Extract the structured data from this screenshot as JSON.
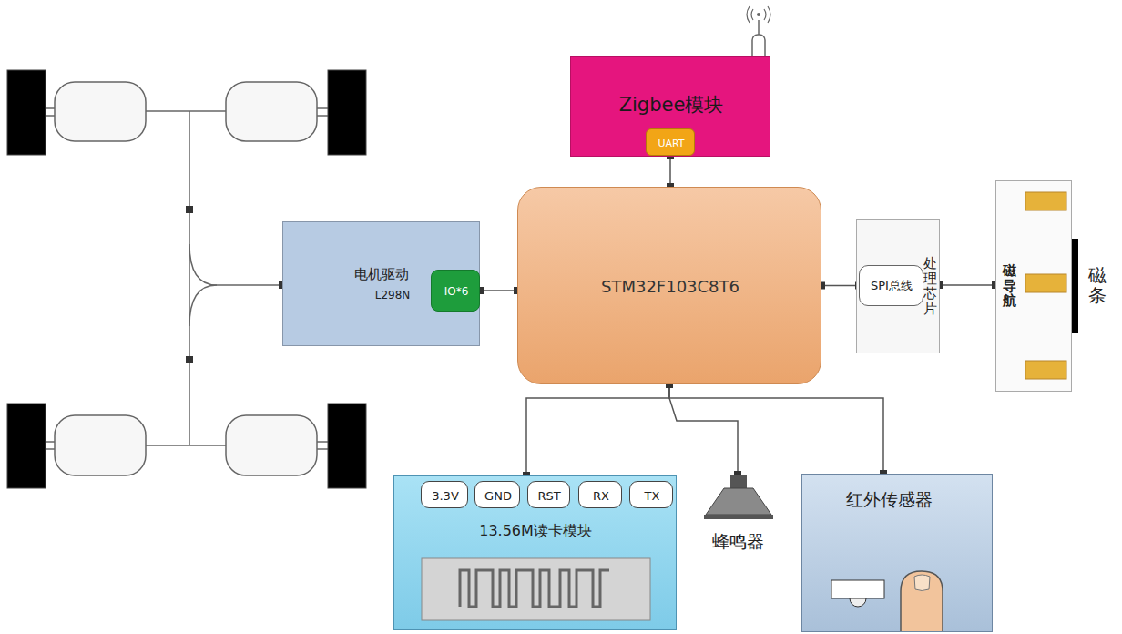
{
  "diagram": {
    "nodes": [
      {
        "text": [
          "Zigbee模块"
        ]
      },
      {
        "text": [
          "UART"
        ],
        "in": 0
      },
      {
        "text": [
          "电机驱动",
          "L298N"
        ]
      },
      {
        "text": [
          "IO*6"
        ],
        "in": 2
      },
      {
        "text": [
          "STM32F103C8T6"
        ]
      },
      {
        "text": [
          "处理芯片"
        ]
      },
      {
        "text": [
          "SPI总线"
        ],
        "in": 5
      },
      {
        "text": [
          "磁导航"
        ]
      },
      {
        "text": [
          "13.56M读卡模块"
        ]
      },
      {
        "text": [
          "3.3V"
        ],
        "in": 8
      },
      {
        "text": [
          "GND"
        ],
        "in": 8
      },
      {
        "text": [
          "RST"
        ],
        "in": 8
      },
      {
        "text": [
          "RX"
        ],
        "in": 8
      },
      {
        "text": [
          "TX"
        ],
        "in": 8
      },
      {
        "text": [
          "蜂鸣器"
        ]
      },
      {
        "text": [
          "红外传感器"
        ]
      }
    ],
    "edges": [
      {
        "from": 1,
        "to": 4,
        "arrow": "none"
      },
      {
        "from": 3,
        "to": 4,
        "arrow": "none"
      },
      {
        "from": 4,
        "to": 6,
        "arrow": "none"
      },
      {
        "from": 5,
        "to": 7,
        "arrow": "none"
      },
      {
        "from": 4,
        "to": 8,
        "arrow": "none"
      },
      {
        "from": 4,
        "to": 14,
        "arrow": "none"
      },
      {
        "from": 4,
        "to": 15,
        "arrow": "none"
      }
    ],
    "labels": [
      "磁条"
    ]
  }
}
